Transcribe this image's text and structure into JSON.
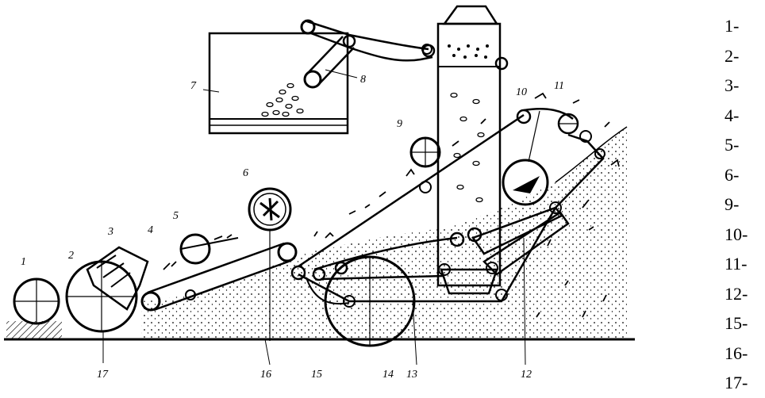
{
  "diagram": {
    "callouts": [
      {
        "id": "c1",
        "text": "1"
      },
      {
        "id": "c2",
        "text": "2"
      },
      {
        "id": "c3",
        "text": "3"
      },
      {
        "id": "c4",
        "text": "4"
      },
      {
        "id": "c5",
        "text": "5"
      },
      {
        "id": "c6",
        "text": "6"
      },
      {
        "id": "c7",
        "text": "7"
      },
      {
        "id": "c8",
        "text": "8"
      },
      {
        "id": "c9",
        "text": "9"
      },
      {
        "id": "c10",
        "text": "10"
      },
      {
        "id": "c11",
        "text": "11"
      },
      {
        "id": "c12",
        "text": "12"
      },
      {
        "id": "c13",
        "text": "13"
      },
      {
        "id": "c14",
        "text": "14"
      },
      {
        "id": "c15",
        "text": "15"
      },
      {
        "id": "c16",
        "text": "16"
      },
      {
        "id": "c17",
        "text": "17"
      }
    ]
  },
  "legend": [
    "1-",
    "2-",
    "3-",
    "4-",
    "5-",
    "6-",
    "9-",
    "10-",
    "11-",
    "12-",
    "15-",
    "16-",
    "17-"
  ],
  "colors": {
    "ink": "#000000",
    "paper": "#ffffff"
  }
}
